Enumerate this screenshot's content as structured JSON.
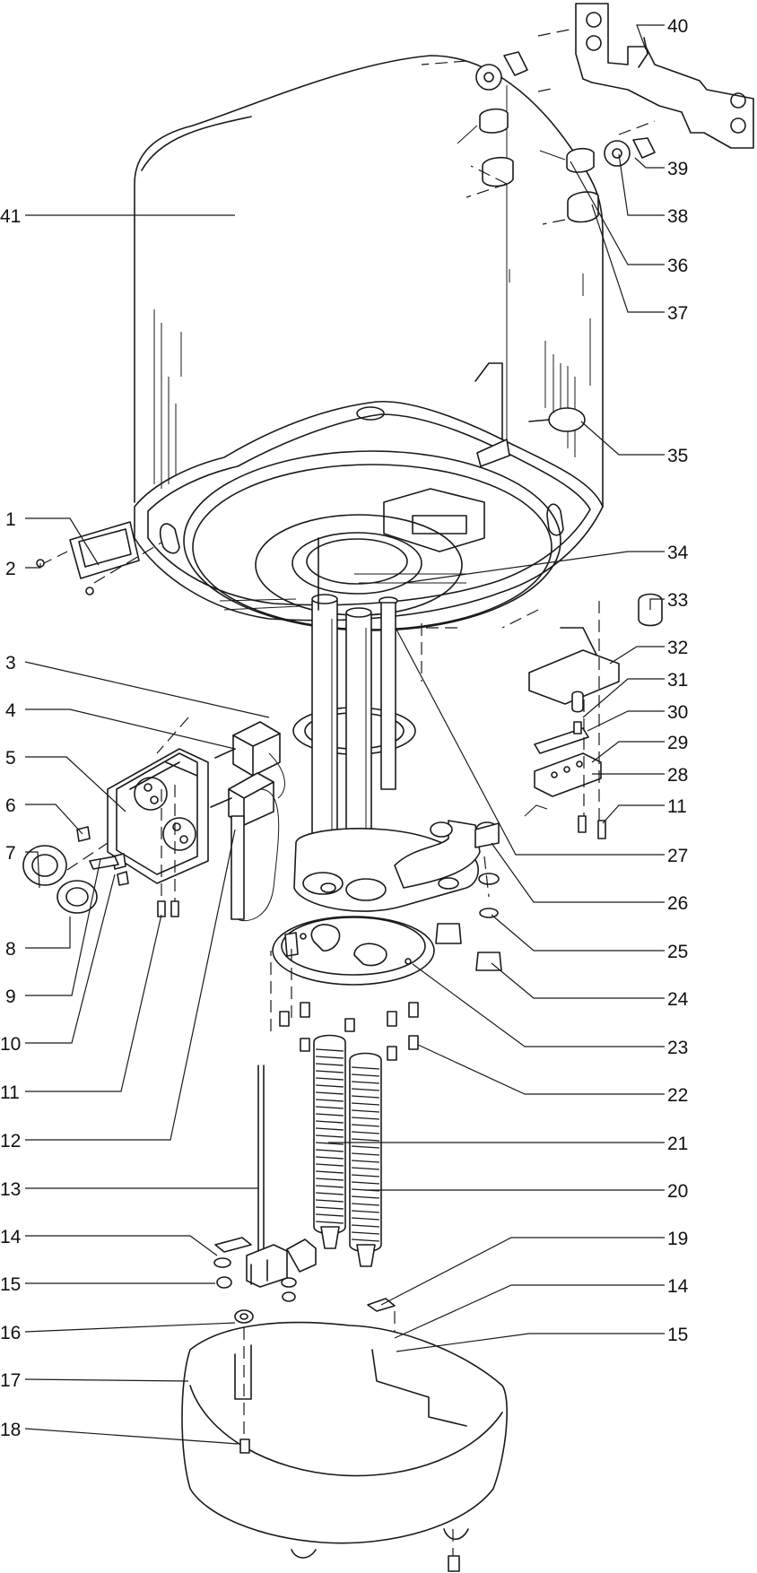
{
  "callouts": [
    {
      "id": "c1",
      "text": "1"
    },
    {
      "id": "c2",
      "text": "2"
    },
    {
      "id": "c3",
      "text": "3"
    },
    {
      "id": "c4",
      "text": "4"
    },
    {
      "id": "c5",
      "text": "5"
    },
    {
      "id": "c6",
      "text": "6"
    },
    {
      "id": "c7",
      "text": "7"
    },
    {
      "id": "c8",
      "text": "8"
    },
    {
      "id": "c9",
      "text": "9"
    },
    {
      "id": "c10",
      "text": "10"
    },
    {
      "id": "c11a",
      "text": "11"
    },
    {
      "id": "c12",
      "text": "12"
    },
    {
      "id": "c13",
      "text": "13"
    },
    {
      "id": "c14a",
      "text": "14"
    },
    {
      "id": "c15a",
      "text": "15"
    },
    {
      "id": "c16",
      "text": "16"
    },
    {
      "id": "c17",
      "text": "17"
    },
    {
      "id": "c18",
      "text": "18"
    },
    {
      "id": "c41",
      "text": "41"
    },
    {
      "id": "c40",
      "text": "40"
    },
    {
      "id": "c39",
      "text": "39"
    },
    {
      "id": "c38",
      "text": "38"
    },
    {
      "id": "c36",
      "text": "36"
    },
    {
      "id": "c37",
      "text": "37"
    },
    {
      "id": "c35",
      "text": "35"
    },
    {
      "id": "c34",
      "text": "34"
    },
    {
      "id": "c33",
      "text": "33"
    },
    {
      "id": "c32",
      "text": "32"
    },
    {
      "id": "c31",
      "text": "31"
    },
    {
      "id": "c30",
      "text": "30"
    },
    {
      "id": "c29",
      "text": "29"
    },
    {
      "id": "c28",
      "text": "28"
    },
    {
      "id": "c11b",
      "text": "11"
    },
    {
      "id": "c27",
      "text": "27"
    },
    {
      "id": "c26",
      "text": "26"
    },
    {
      "id": "c25",
      "text": "25"
    },
    {
      "id": "c24",
      "text": "24"
    },
    {
      "id": "c23",
      "text": "23"
    },
    {
      "id": "c22",
      "text": "22"
    },
    {
      "id": "c21",
      "text": "21"
    },
    {
      "id": "c20",
      "text": "20"
    },
    {
      "id": "c19",
      "text": "19"
    },
    {
      "id": "c14b",
      "text": "14"
    },
    {
      "id": "c15b",
      "text": "15"
    }
  ]
}
